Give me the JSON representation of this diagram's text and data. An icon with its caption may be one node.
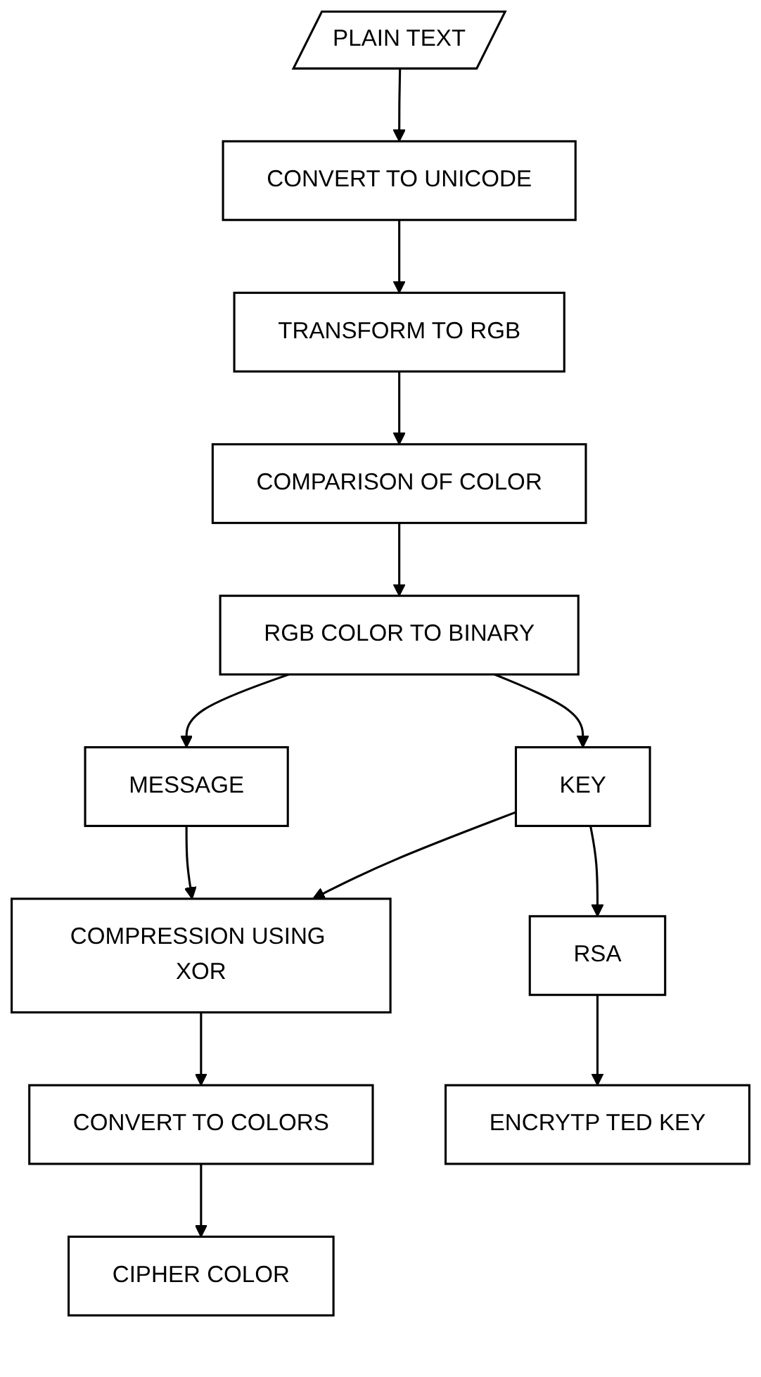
{
  "diagram": {
    "nodes": [
      {
        "text": [
          "PLAIN TEXT"
        ]
      },
      {
        "text": [
          "CONVERT TO UNICODE"
        ]
      },
      {
        "text": [
          "TRANSFORM TO RGB"
        ]
      },
      {
        "text": [
          "COMPARISON OF COLOR"
        ]
      },
      {
        "text": [
          "RGB COLOR TO BINARY"
        ]
      },
      {
        "text": [
          "MESSAGE"
        ]
      },
      {
        "text": [
          "KEY"
        ]
      },
      {
        "text": [
          "COMPRESSION USING XOR"
        ]
      },
      {
        "text": [
          "RSA"
        ]
      },
      {
        "text": [
          "CONVERT TO COLORS"
        ]
      },
      {
        "text": [
          "ENCRYTP TED KEY"
        ]
      },
      {
        "text": [
          "CIPHER COLOR"
        ]
      }
    ],
    "edges": [
      {
        "from": 0,
        "to": 1,
        "arrow": "to"
      },
      {
        "from": 1,
        "to": 2,
        "arrow": "to"
      },
      {
        "from": 2,
        "to": 3,
        "arrow": "to"
      },
      {
        "from": 3,
        "to": 4,
        "arrow": "to"
      },
      {
        "from": 4,
        "to": 5,
        "arrow": "to"
      },
      {
        "from": 4,
        "to": 6,
        "arrow": "to"
      },
      {
        "from": 5,
        "to": 7,
        "arrow": "to"
      },
      {
        "from": 6,
        "to": 7,
        "arrow": "to"
      },
      {
        "from": 6,
        "to": 8,
        "arrow": "to"
      },
      {
        "from": 7,
        "to": 9,
        "arrow": "to"
      },
      {
        "from": 8,
        "to": 10,
        "arrow": "to"
      },
      {
        "from": 9,
        "to": 11,
        "arrow": "to"
      }
    ]
  }
}
